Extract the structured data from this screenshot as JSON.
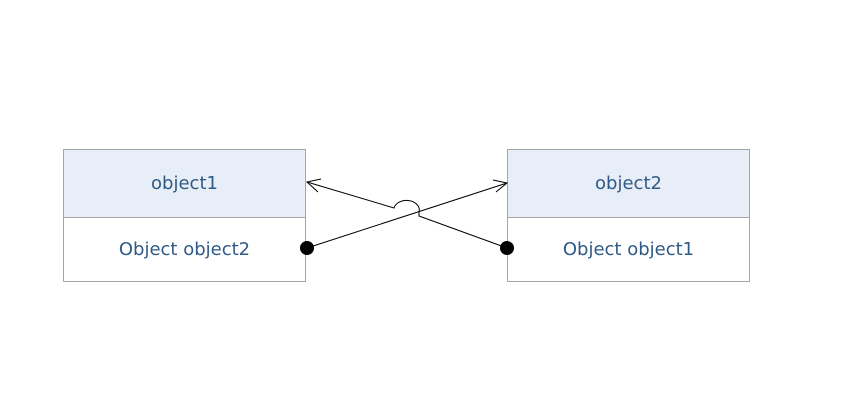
{
  "objects": [
    {
      "name": "object1",
      "field": "Object object2"
    },
    {
      "name": "object2",
      "field": "Object object1"
    }
  ],
  "colors": {
    "header_fill": "#e8eef7",
    "border": "#a6a6a6",
    "text": "#2f5a85",
    "line": "#000000"
  }
}
